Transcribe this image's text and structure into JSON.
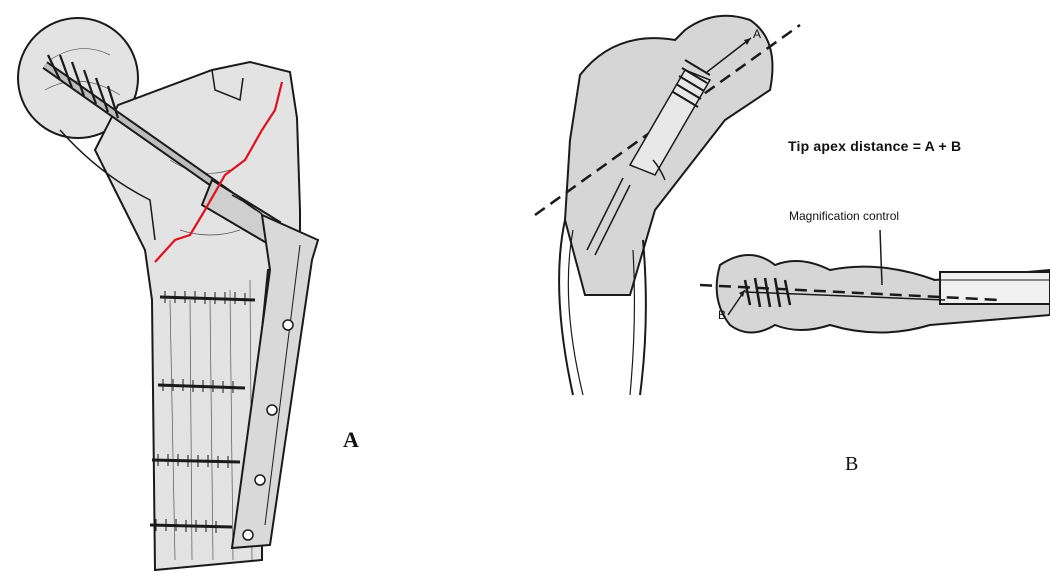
{
  "panel_labels": {
    "a": "A",
    "b": "B"
  },
  "diagram_b": {
    "title": "Tip apex distance = A + B",
    "magnification_label": "Magnification control",
    "distance_a": "A",
    "distance_b": "B"
  },
  "colors": {
    "bone_fill": "#e3e3e3",
    "outline": "#1a1a1a",
    "fracture_line": "#e01020"
  }
}
